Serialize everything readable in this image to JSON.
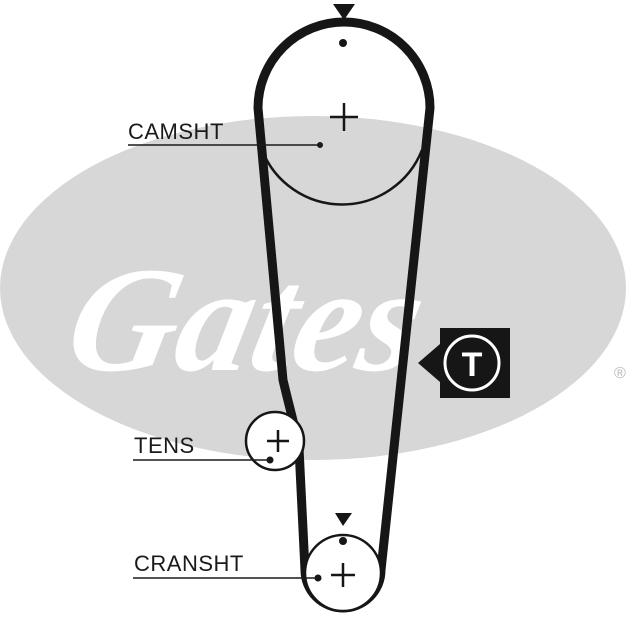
{
  "labels": {
    "camshaft": "CAMSHT",
    "tensioner": "TENS",
    "crankshaft": "CRANSHT",
    "tensioner_marker": "T"
  },
  "logo": {
    "brand": "Gates",
    "registered_mark": "®"
  },
  "colors": {
    "belt": "#161616",
    "logo_background": "#d7d7d7",
    "logo_letters": "#ffffff",
    "ink": "#1a1a1a"
  }
}
